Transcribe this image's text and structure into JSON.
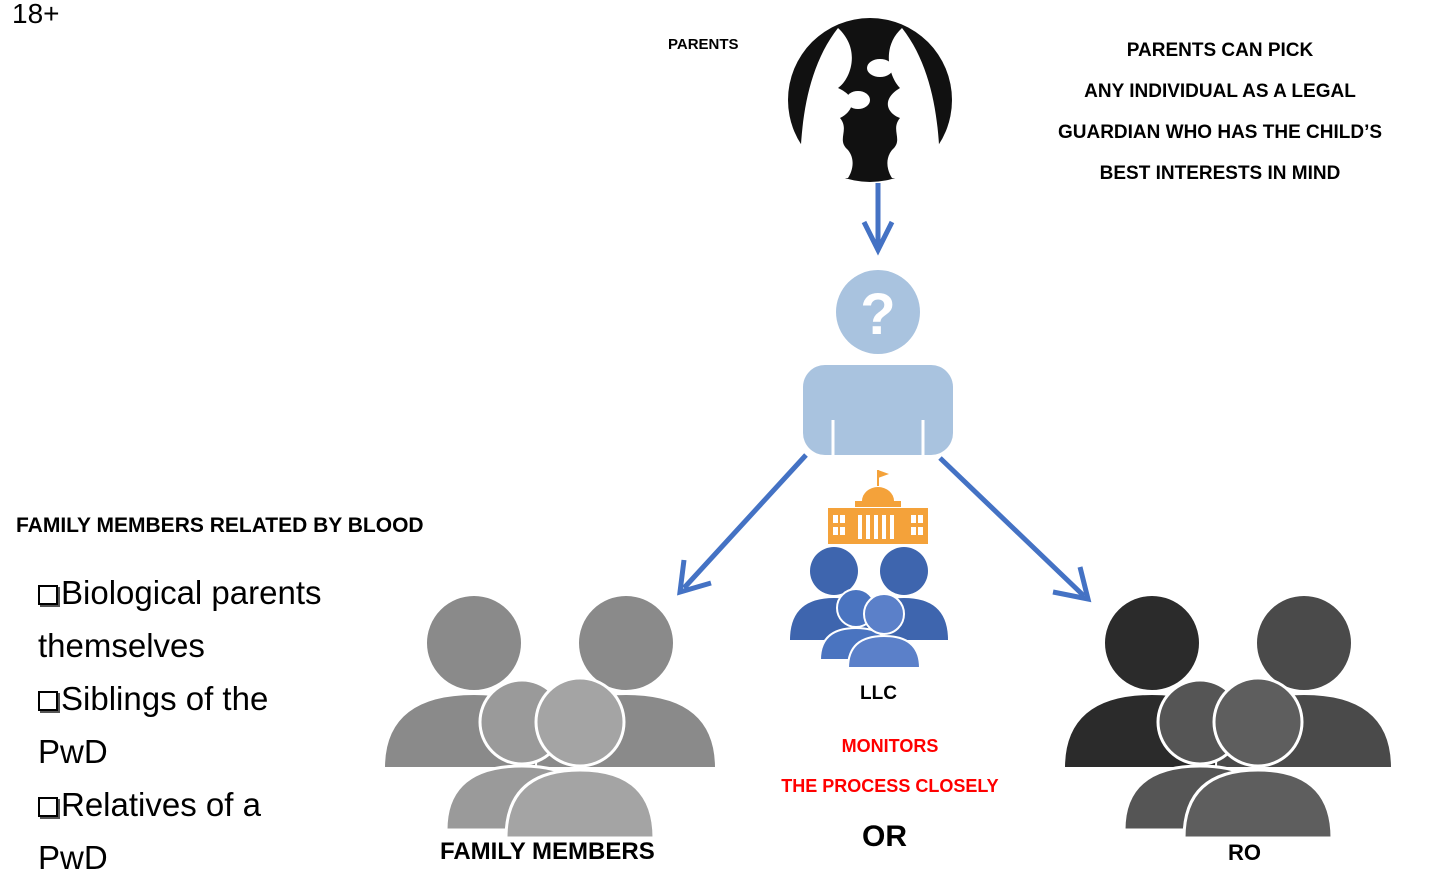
{
  "age_label": "18+",
  "parents_label": "PARENTS",
  "note_lines": [
    "PARENTS CAN PICK",
    "ANY INDIVIDUAL AS A LEGAL",
    "GUARDIAN WHO HAS  THE CHILD’S",
    "BEST INTERESTS IN MIND"
  ],
  "family_heading": "FAMILY MEMBERS RELATED BY BLOOD",
  "family_items": [
    "Biological parents",
    "themselves",
    "Siblings of the",
    "PwD",
    "Relatives of a",
    "PwD"
  ],
  "llc_label": "LLC",
  "monitors_lines": [
    "MONITORS",
    "THE PROCESS CLOSELY"
  ],
  "or_label": "OR",
  "family_members_label": "FAMILY MEMBERS",
  "ro_label": "RO",
  "icons": {
    "parents": "parents-silhouette-icon",
    "guardian": "unknown-person-icon",
    "llc_building": "government-building-icon",
    "llc_group": "people-group-icon",
    "family_group": "people-group-icon",
    "ro_group": "people-group-icon"
  },
  "colors": {
    "arrow": "#4472c4",
    "monitors_text": "#ff0000",
    "guardian_icon": "#a9c3df",
    "building": "#f4a23a",
    "llc_people": "#3e65ae",
    "family_people": "#8a8a8a",
    "ro_people": "#3a3a3a"
  }
}
